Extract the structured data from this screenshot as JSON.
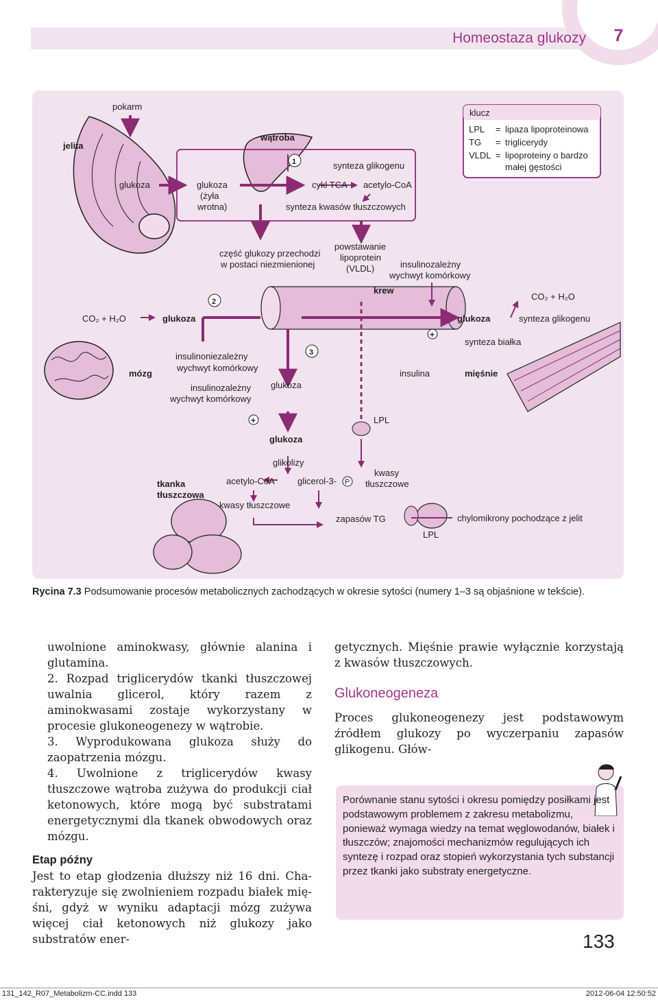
{
  "header": {
    "title": "Homeostaza glukozy",
    "chapter": "7"
  },
  "figure": {
    "pokarm": "pokarm",
    "jelita": "jelita",
    "watroba": "wątroba",
    "num1": "1",
    "num2": "2",
    "num3": "3",
    "synteza_glikogenu": "synteza glikogenu",
    "cykl_tca": "cykl TCA",
    "acetylo_coa_top": "acetylo-CoA",
    "synteza_kwasow": "synteza kwasów tłuszczowych",
    "glukoza_gut": "glukoza",
    "glukoza_portal_1": "glukoza",
    "glukoza_portal_2": "(żyła",
    "glukoza_portal_3": "wrotna)",
    "key_title": "klucz",
    "key_lpl": "LPL",
    "key_lpl_val": "lipaza lipoproteinowa",
    "key_tg": "TG",
    "key_tg_val": "triglicerydy",
    "key_vldl": "VLDL",
    "key_vldl_val1": "lipoproteiny o bardzo",
    "key_vldl_val2": "małej gęstości",
    "key_eq": "=",
    "czesc_1": "część glukozy przechodzi",
    "czesc_2": "w postaci niezmienionej",
    "powst_1": "powstawanie",
    "powst_2": "lipoprotein",
    "powst_3": "(VLDL)",
    "insulinozal_1": "insulinozależny",
    "insulinozal_2": "wychwyt komórkowy",
    "krew": "krew",
    "co2_h2o_right": "CO₂ + H₂O",
    "co2_h2o_left": "CO₂ + H₂O",
    "glukoza_blood_left": "glukoza",
    "glukoza_muscle": "glukoza",
    "synteza_glikogenu_m": "synteza glikogenu",
    "synteza_bialka": "synteza białka",
    "plus": "+",
    "mozg": "mózg",
    "insulinoniezal_1": "insulinoniezależny",
    "insulinoniezal_2": "wychwyt komórkowy",
    "insulinozal_b1": "insulinozależny",
    "insulinozal_b2": "wychwyt komórkowy",
    "glukoza_mid": "glukoza",
    "insulina": "insulina",
    "miesnie": "mięśnie",
    "lpl_mid": "LPL",
    "glukoza_fat": "glukoza",
    "glikolizy": "glikolizy",
    "tkanka_1": "tkanka",
    "tkanka_2": "tłuszczowa",
    "acetylo_coa_fat": "acetylo-CoA",
    "glicerol": "glicerol-3-",
    "p": "P",
    "kwasy_1": "kwasy",
    "kwasy_2": "tłuszczowe",
    "kwasy_fat": "kwasy tłuszczowe",
    "zapasow_tg": "zapasów TG",
    "chylomikrony": "chylomikrony pochodzące z jelit",
    "lpl_bottom": "LPL"
  },
  "caption": {
    "label": "Rycina 7.3",
    "text": "Podsumowanie procesów metabolicznych zachodzących w okresie sytości (numery 1–3 są objaśnione w tekście)."
  },
  "left_column": {
    "p1": "uwolnione aminokwasy, głównie alanina i gluta­mina.",
    "p2": "2. Rozpad triglicerydów tkanki tłuszczowej uwal­nia glicerol, który razem z aminokwasami zo­staje wykorzystany w procesie glukoneogenezy w wątrobie.",
    "p3": "3. Wyprodukowana glukoza służy do zaopatrzenia mózgu.",
    "p4": "4. Uwolnione z triglicerydów kwasy tłuszczowe wątroba zużywa do produkcji ciał ketonowych, które mogą być substratami energetycznymi dla tkanek obwodowych oraz mózgu.",
    "heading": "Etap późny",
    "p5": "Jest to etap głodzenia dłuższy niż 16 dni. Cha­rakteryzuje się zwolnieniem rozpadu białek mię­śni, gdyż w wyniku adaptacji mózg zużywa więcej ciał ketonowych niż glukozy jako substratów ener-"
  },
  "right_column": {
    "p1": "getycznych. Mięśnie prawie wyłącznie korzystają z kwasów tłuszczowych.",
    "heading": "Glukoneogeneza",
    "p2": "Proces glukoneogenezy jest podstawowym źródłem glukozy po wyczerpaniu zapasów glikogenu. Głów-"
  },
  "box": {
    "text": "Porównanie stanu sytości i okresu pomię­dzy posiłkami jest podstawowym proble­mem z zakresu metabolizmu, ponieważ wymaga wiedzy na temat węglowoda­nów, białek i tłuszczów; znajomości mechanizmów regulujących ich syntezę i rozpad oraz stopień wyko­rzystania tych substancji przez tkanki jako substraty energetyczne."
  },
  "page_number": "133",
  "footer": {
    "left": "131_142_R07_Metabolizm-CC.indd 133",
    "right": "2012-06-04   12:50:52"
  },
  "colors": {
    "accent": "#a0368a",
    "figure_bg": "#f1e4ee",
    "organ": "#e4bdd8",
    "organ_dark": "#8c2a74"
  }
}
